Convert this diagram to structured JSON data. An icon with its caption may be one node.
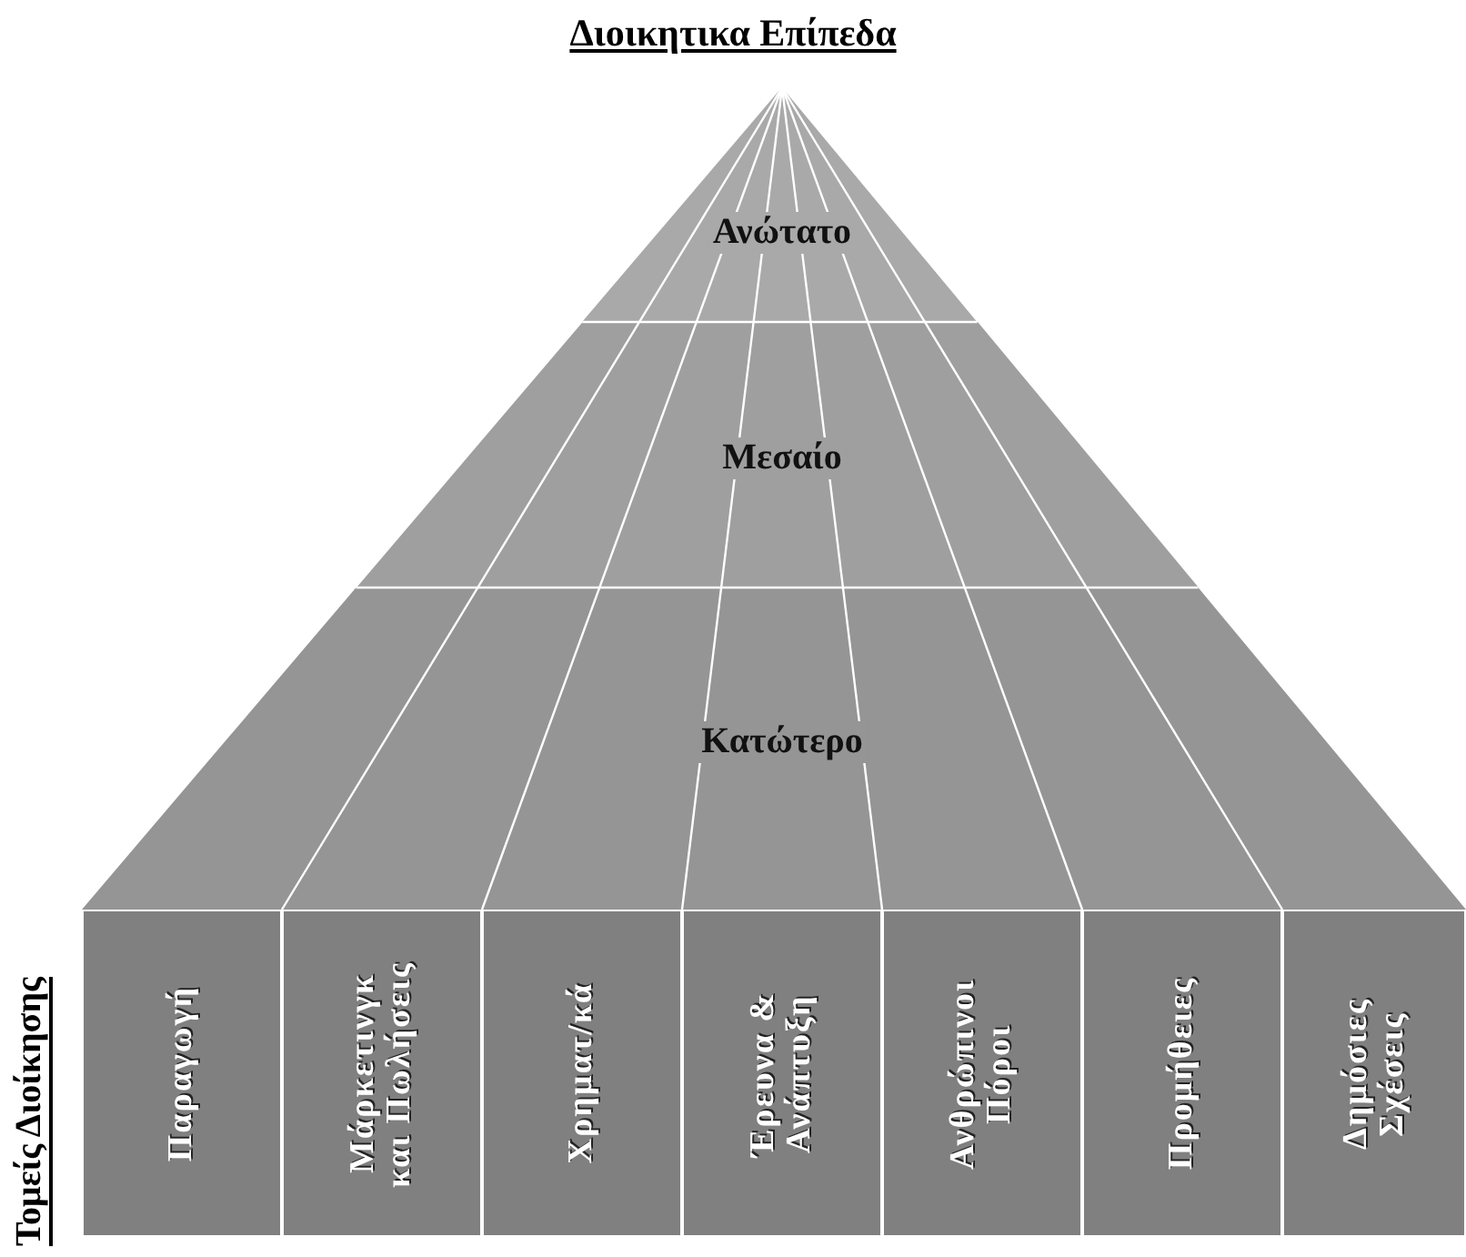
{
  "diagram": {
    "title": "Διοικητικα Επίπεδα",
    "nodes": [
      {
        "text": [
          "Ανώτατο"
        ]
      },
      {
        "text": [
          "Μεσαίο"
        ]
      },
      {
        "text": [
          "Κατώτερο"
        ]
      },
      {
        "text": [
          "Παραγωγή"
        ]
      },
      {
        "text": [
          "Μάρκετινγκ και Πωλήσεις"
        ]
      },
      {
        "text": [
          "Χρηματ/κά"
        ]
      },
      {
        "text": [
          "Έρευνα & Ανάπτυξη"
        ]
      },
      {
        "text": [
          "Ανθρώπινοι Πόροι"
        ]
      },
      {
        "text": [
          "Προμήθειες"
        ]
      },
      {
        "text": [
          "Δημόσιες Σχέσεις"
        ]
      }
    ],
    "labels": [
      "Τομείς Διοίκησης"
    ]
  }
}
